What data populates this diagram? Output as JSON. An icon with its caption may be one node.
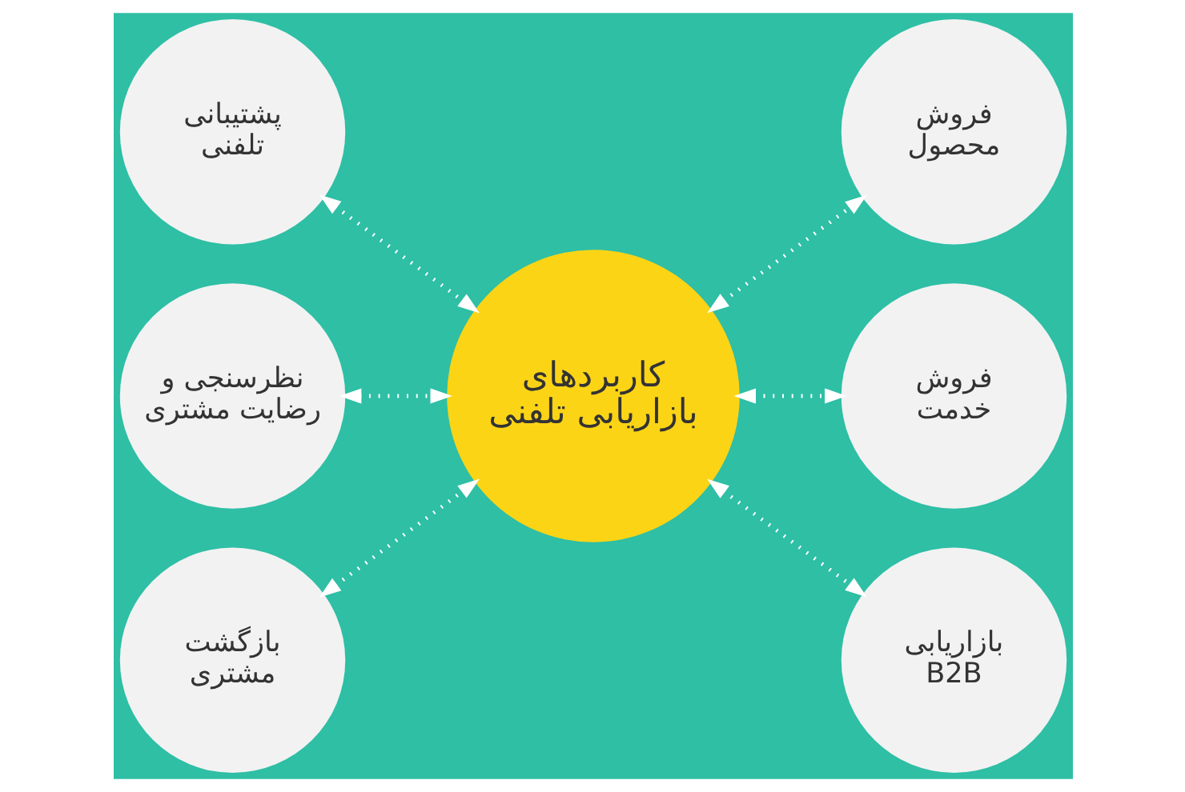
{
  "diagram": {
    "nodes": [
      {
        "text": [
          "کاربردهای بازاریابی تلفنی"
        ]
      },
      {
        "text": [
          "فروش محصول"
        ]
      },
      {
        "text": [
          "فروش خدمت"
        ]
      },
      {
        "text": [
          "بازاریابی B2B"
        ]
      },
      {
        "text": [
          "پشتیبانی تلفنی"
        ]
      },
      {
        "text": [
          "نظرسنجی و رضایت مشتری"
        ]
      },
      {
        "text": [
          "بازگشت مشتری"
        ]
      }
    ],
    "edges": [
      {
        "from": 0,
        "to": 1,
        "arrow": "both",
        "style": "dashed"
      },
      {
        "from": 0,
        "to": 2,
        "arrow": "both",
        "style": "dashed"
      },
      {
        "from": 0,
        "to": 3,
        "arrow": "both",
        "style": "dashed"
      },
      {
        "from": 4,
        "to": 0,
        "arrow": "both",
        "style": "dashed"
      },
      {
        "from": 5,
        "to": 0,
        "arrow": "both",
        "style": "dashed"
      },
      {
        "from": 6,
        "to": 0,
        "arrow": "both",
        "style": "dashed"
      }
    ]
  }
}
